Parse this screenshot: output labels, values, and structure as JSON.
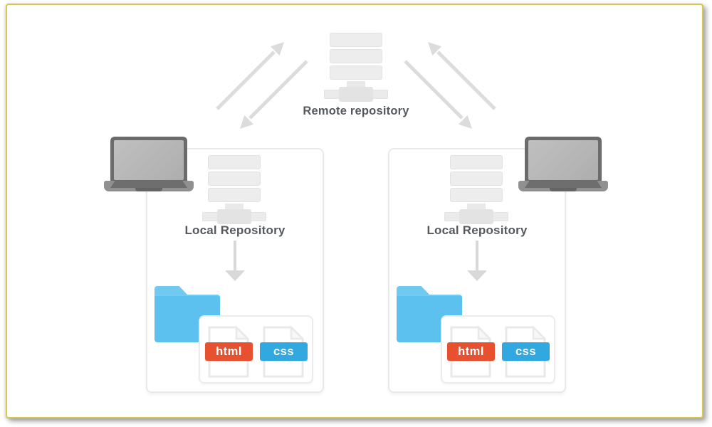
{
  "remote": {
    "label": "Remote repository",
    "icon": "server-icon"
  },
  "panels": [
    {
      "label": "Local Repository",
      "icon": "server-icon",
      "device_icon": "laptop-icon",
      "folder_icon": "folder-icon",
      "files": [
        {
          "label": "html",
          "badge_color": "#e8512f",
          "icon": "file-icon"
        },
        {
          "label": "css",
          "badge_color": "#31a8e0",
          "icon": "file-icon"
        }
      ]
    },
    {
      "label": "Local Repository",
      "icon": "server-icon",
      "device_icon": "laptop-icon",
      "folder_icon": "folder-icon",
      "files": [
        {
          "label": "html",
          "badge_color": "#e8512f",
          "icon": "file-icon"
        },
        {
          "label": "css",
          "badge_color": "#31a8e0",
          "icon": "file-icon"
        }
      ]
    }
  ],
  "arrows": {
    "left_pair": [
      "up-right-arrow",
      "down-left-arrow"
    ],
    "right_pair": [
      "up-left-arrow",
      "down-right-arrow"
    ],
    "down_arrows": [
      "down-arrow",
      "down-arrow"
    ]
  },
  "colors": {
    "frame_border": "#d8c74e",
    "panel_border": "#e9e9e9",
    "server_fill": "#ededed",
    "server_border": "#e2e2e2",
    "arrow_gray": "#dcdcdc",
    "label_text": "#55595e",
    "folder_blue": "#5dc1ef",
    "folder_tab_blue": "#6fc9f1",
    "html_badge_orange": "#e8512f",
    "css_badge_blue": "#31a8e0",
    "laptop_frame": "#6b6b6b",
    "laptop_screen": "#b6b6b6"
  }
}
